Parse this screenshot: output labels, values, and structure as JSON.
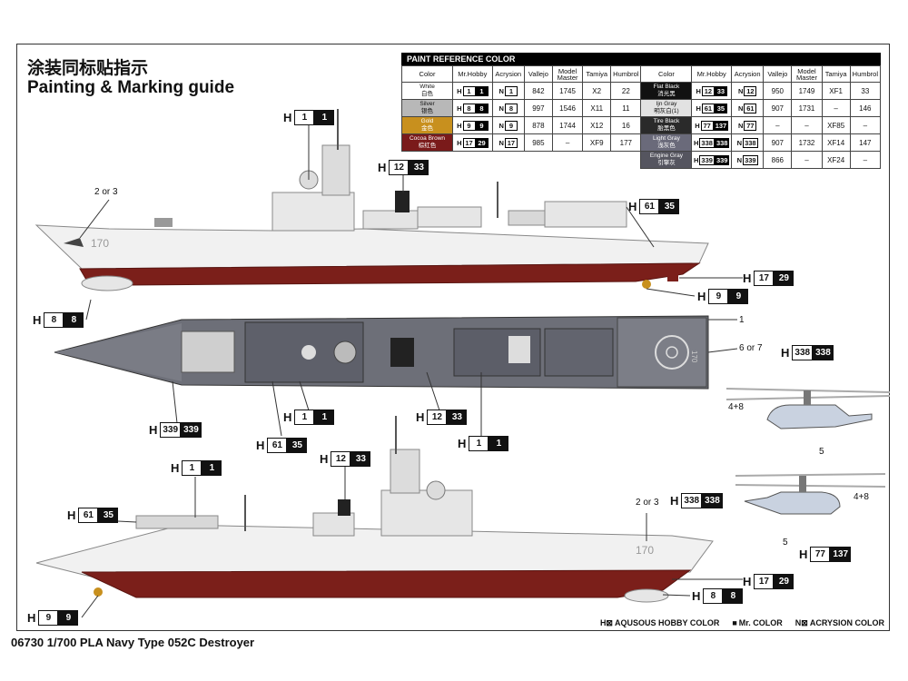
{
  "header": {
    "title_cn": "涂装同标贴指示",
    "title_en": "Painting & Marking guide"
  },
  "footer": {
    "text": "06730 1/700 PLA Navy Type 052C Destroyer"
  },
  "legend": {
    "h": "AQUSOUS HOBBY COLOR",
    "mr": "Mr. COLOR",
    "n": "ACRYSION COLOR"
  },
  "paint": {
    "heading": "PAINT REFERENCE COLOR",
    "columns": [
      "Color",
      "Mr.Hobby",
      "Acrysion",
      "Vallejo",
      "Model Master",
      "Tamiya",
      "Humbrol"
    ],
    "left": [
      {
        "en": "White",
        "cn": "白色",
        "swatch": "#ffffff",
        "text": "#111111",
        "h1": "1",
        "h2": "1",
        "n": "1",
        "vallejo": "842",
        "mm": "1745",
        "tamiya": "X2",
        "humbrol": "22"
      },
      {
        "en": "Silver",
        "cn": "银色",
        "swatch": "#b8b8b8",
        "text": "#111111",
        "h1": "8",
        "h2": "8",
        "n": "8",
        "vallejo": "997",
        "mm": "1546",
        "tamiya": "X11",
        "humbrol": "11"
      },
      {
        "en": "Gold",
        "cn": "金色",
        "swatch": "#c8901e",
        "text": "#ffffff",
        "h1": "9",
        "h2": "9",
        "n": "9",
        "vallejo": "878",
        "mm": "1744",
        "tamiya": "X12",
        "humbrol": "16"
      },
      {
        "en": "Cocoa Brown",
        "cn": "棕红色",
        "swatch": "#7a1a1a",
        "text": "#ffffff",
        "h1": "17",
        "h2": "29",
        "n": "17",
        "vallejo": "985",
        "mm": "–",
        "tamiya": "XF9",
        "humbrol": "177"
      }
    ],
    "right": [
      {
        "en": "Flat Black",
        "cn": "消光黑",
        "swatch": "#111111",
        "text": "#ffffff",
        "h1": "12",
        "h2": "33",
        "n": "12",
        "vallejo": "950",
        "mm": "1749",
        "tamiya": "XF1",
        "humbrol": "33"
      },
      {
        "en": "Ijn Gray",
        "cn": "明灰白(1)",
        "swatch": "#e2e2e2",
        "text": "#111111",
        "h1": "61",
        "h2": "35",
        "n": "61",
        "vallejo": "907",
        "mm": "1731",
        "tamiya": "–",
        "humbrol": "146"
      },
      {
        "en": "Tire Black",
        "cn": "胎黑色",
        "swatch": "#2a2a2a",
        "text": "#ffffff",
        "h1": "77",
        "h2": "137",
        "n": "77",
        "vallejo": "–",
        "mm": "–",
        "tamiya": "XF85",
        "humbrol": "–"
      },
      {
        "en": "Light Gray",
        "cn": "浅灰色",
        "swatch": "#6a6a7a",
        "text": "#ffffff",
        "h1": "338",
        "h2": "338",
        "n": "338",
        "vallejo": "907",
        "mm": "1732",
        "tamiya": "XF14",
        "humbrol": "147"
      },
      {
        "en": "Engine Gray",
        "cn": "引擎灰",
        "swatch": "#55555f",
        "text": "#ffffff",
        "h1": "339",
        "h2": "339",
        "n": "339",
        "vallejo": "866",
        "mm": "–",
        "tamiya": "XF24",
        "humbrol": "–"
      }
    ]
  },
  "callouts": [
    {
      "id": "c1",
      "pre": "H",
      "w": "1",
      "b": "1"
    },
    {
      "id": "c2",
      "pre": "H",
      "w": "12",
      "b": "33"
    },
    {
      "id": "c3",
      "pre": "H",
      "w": "61",
      "b": "35"
    },
    {
      "id": "c4",
      "pre": "H",
      "w": "17",
      "b": "29"
    },
    {
      "id": "c5",
      "pre": "H",
      "w": "9",
      "b": "9"
    },
    {
      "id": "c6",
      "pre": "H",
      "w": "8",
      "b": "8"
    },
    {
      "id": "c7",
      "pre": "H",
      "w": "339",
      "b": "339"
    },
    {
      "id": "c8",
      "pre": "H",
      "w": "1",
      "b": "1"
    },
    {
      "id": "c9",
      "pre": "H",
      "w": "61",
      "b": "35"
    },
    {
      "id": "c10",
      "pre": "H",
      "w": "12",
      "b": "33"
    },
    {
      "id": "c11",
      "pre": "H",
      "w": "1",
      "b": "1"
    },
    {
      "id": "c12",
      "pre": "H",
      "w": "338",
      "b": "338"
    },
    {
      "id": "c13",
      "pre": "H",
      "w": "1",
      "b": "1"
    },
    {
      "id": "c14",
      "pre": "H",
      "w": "12",
      "b": "33"
    },
    {
      "id": "c15",
      "pre": "H",
      "w": "61",
      "b": "35"
    },
    {
      "id": "c16",
      "pre": "H",
      "w": "338",
      "b": "338"
    },
    {
      "id": "c17",
      "pre": "H",
      "w": "77",
      "b": "137"
    },
    {
      "id": "c18",
      "pre": "H",
      "w": "17",
      "b": "29"
    },
    {
      "id": "c19",
      "pre": "H",
      "w": "8",
      "b": "8"
    },
    {
      "id": "c20",
      "pre": "H",
      "w": "9",
      "b": "9"
    }
  ],
  "labels": {
    "two_or_three_top": "2 or 3",
    "two_or_three_bottom": "2 or 3",
    "one": "1",
    "six_or_seven": "6 or 7",
    "four_eight_a": "4+8",
    "four_eight_b": "4+8",
    "five_a": "5",
    "five_b": "5",
    "hull_number": "170"
  }
}
